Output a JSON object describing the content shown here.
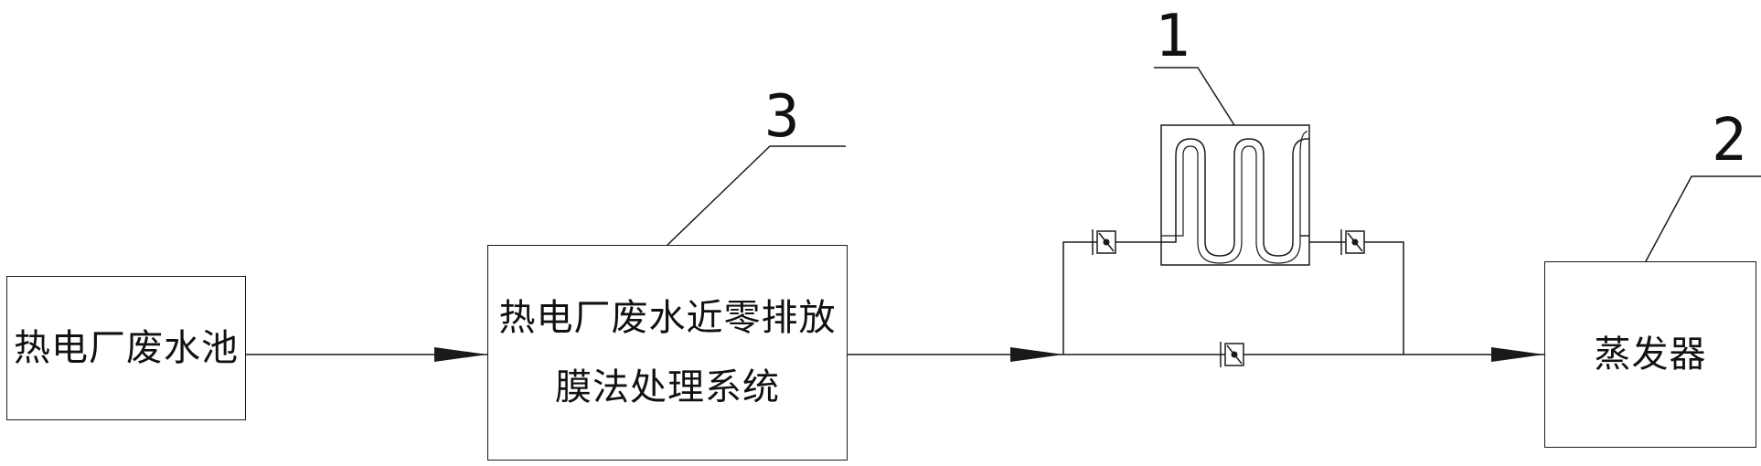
{
  "boxes": {
    "pool": {
      "label": "热电厂废水池"
    },
    "membrane": {
      "line1": "热电厂废水近零排放",
      "line2": "膜法处理系统"
    },
    "evaporator": {
      "label": "蒸发器"
    }
  },
  "callouts": {
    "c1": "1",
    "c2": "2",
    "c3": "3"
  },
  "icons": [
    "valve-icon",
    "heat-exchanger-coil-icon",
    "arrowhead-icon"
  ],
  "colors": {
    "line": "#1a1a1a",
    "background": "#ffffff"
  }
}
